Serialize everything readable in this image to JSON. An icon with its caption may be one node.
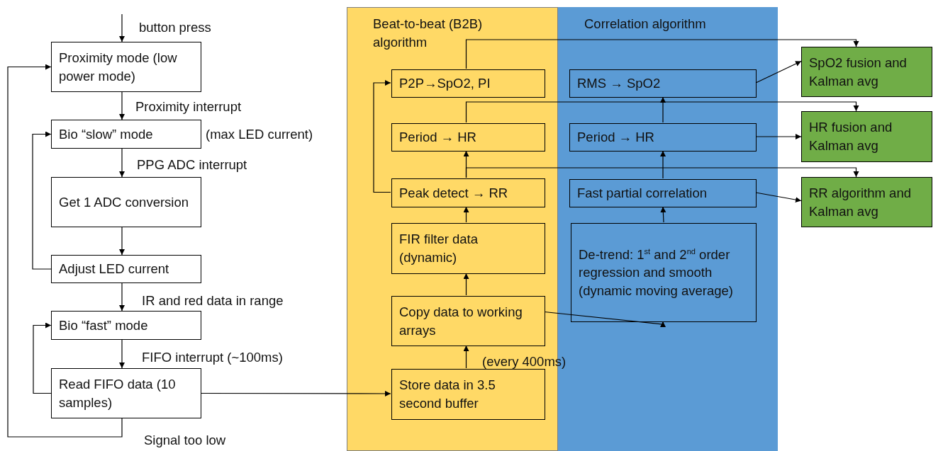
{
  "diagram": {
    "nodes": [
      {
        "text": [
          "Proximity mode (low power mode)"
        ]
      },
      {
        "text": [
          "Bio “slow” mode"
        ],
        "beside": [
          "(max LED current)"
        ]
      },
      {
        "text": [
          "Get 1 ADC conversion"
        ]
      },
      {
        "text": [
          "Adjust LED current"
        ]
      },
      {
        "text": [
          "Bio “fast” mode"
        ]
      },
      {
        "text": [
          "Read FIFO data (10 samples)"
        ]
      },
      {
        "text": [
          "Beat-to-beat (B2B) algorithm"
        ]
      },
      {
        "text": [
          "P2P→SpO2, PI"
        ],
        "in": 6
      },
      {
        "text": [
          "Period → HR"
        ],
        "in": 6
      },
      {
        "text": [
          "Peak detect → RR"
        ],
        "in": 6
      },
      {
        "text": [
          "FIR filter data (dynamic)"
        ],
        "in": 6
      },
      {
        "text": [
          "Copy data to working arrays"
        ],
        "in": 6
      },
      {
        "text": [
          "Store data in 3.5 second buffer"
        ],
        "in": 6
      },
      {
        "text": [
          "Correlation algorithm"
        ]
      },
      {
        "text": [
          "RMS → SpO2"
        ],
        "in": 13
      },
      {
        "text": [
          "Period → HR"
        ],
        "in": 13
      },
      {
        "text": [
          "Fast partial correlation"
        ],
        "in": 13
      },
      {
        "text": [
          "De-trend: 1$^{st}$ and 2$^{nd}$ order regression and smooth (dynamic moving average)"
        ],
        "in": 13
      },
      {
        "text": [
          "SpO2 fusion and Kalman avg"
        ]
      },
      {
        "text": [
          "HR fusion and Kalman avg"
        ]
      },
      {
        "text": [
          "RR algorithm and Kalman avg"
        ]
      }
    ],
    "edges": [
      {
        "from": null,
        "to": 0,
        "arrow": "to",
        "label": "button press"
      },
      {
        "from": 0,
        "to": 1,
        "arrow": "to",
        "label": "Proximity interrupt"
      },
      {
        "from": 1,
        "to": 2,
        "arrow": "to",
        "label": "PPG ADC interrupt"
      },
      {
        "from": 2,
        "to": 3,
        "arrow": "to"
      },
      {
        "from": 3,
        "to": 1,
        "arrow": "to"
      },
      {
        "from": 3,
        "to": 4,
        "arrow": "to",
        "label": "IR and red data in range"
      },
      {
        "from": 4,
        "to": 5,
        "arrow": "to",
        "label": "FIFO interrupt (~100ms)"
      },
      {
        "from": 5,
        "to": 4,
        "arrow": "to"
      },
      {
        "from": 5,
        "to": 0,
        "arrow": "to",
        "label": "Signal too low"
      },
      {
        "from": 5,
        "to": 12,
        "arrow": "to"
      },
      {
        "from": 12,
        "to": 11,
        "arrow": "to",
        "label": "(every 400ms)"
      },
      {
        "from": 11,
        "to": 10,
        "arrow": "to"
      },
      {
        "from": 10,
        "to": 9,
        "arrow": "to"
      },
      {
        "from": 9,
        "to": 8,
        "arrow": "to"
      },
      {
        "from": 9,
        "to": 7,
        "arrow": "to"
      },
      {
        "from": 7,
        "to": 18,
        "arrow": "to"
      },
      {
        "from": 8,
        "to": 19,
        "arrow": "to"
      },
      {
        "from": 9,
        "to": 20,
        "arrow": "to"
      },
      {
        "from": 11,
        "to": 17,
        "arrow": "to"
      },
      {
        "from": 17,
        "to": 16,
        "arrow": "to"
      },
      {
        "from": 16,
        "to": 15,
        "arrow": "to"
      },
      {
        "from": 15,
        "to": 14,
        "arrow": "to"
      },
      {
        "from": 14,
        "to": 18,
        "arrow": "to"
      },
      {
        "from": 15,
        "to": 19,
        "arrow": "to"
      },
      {
        "from": 16,
        "to": 20,
        "arrow": "to"
      }
    ]
  }
}
